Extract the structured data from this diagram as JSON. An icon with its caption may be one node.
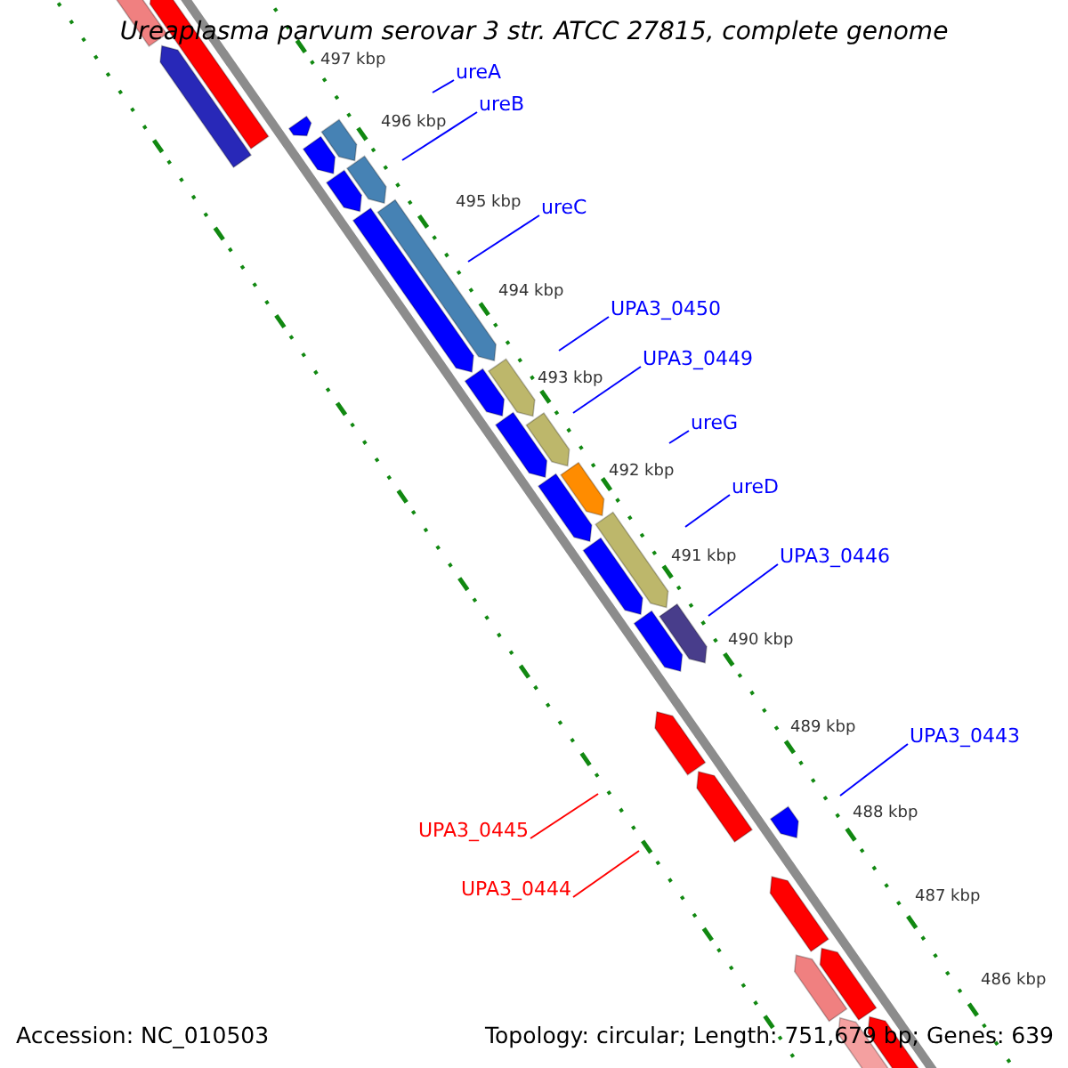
{
  "diagram": {
    "title": "Ureaplasma parvum serovar 3 str. ATCC 27815, complete genome",
    "nodes": [
      {
        "text": [
          "ureA"
        ]
      },
      {
        "text": [
          "ureB"
        ]
      },
      {
        "text": [
          "ureC"
        ]
      },
      {
        "text": [
          "UPA3_0450"
        ]
      },
      {
        "text": [
          "UPA3_0449"
        ]
      },
      {
        "text": [
          "ureG"
        ]
      },
      {
        "text": [
          "ureD"
        ]
      },
      {
        "text": [
          "UPA3_0446"
        ]
      },
      {
        "text": [
          "UPA3_0443"
        ]
      },
      {
        "text": [
          "UPA3_0445"
        ]
      },
      {
        "text": [
          "UPA3_0444"
        ]
      }
    ],
    "edges": [
      {
        "from": 0,
        "to": null,
        "arrow": "none"
      },
      {
        "from": 1,
        "to": null,
        "arrow": "none"
      },
      {
        "from": 2,
        "to": null,
        "arrow": "none"
      },
      {
        "from": 3,
        "to": null,
        "arrow": "none"
      },
      {
        "from": 4,
        "to": null,
        "arrow": "none"
      },
      {
        "from": 5,
        "to": null,
        "arrow": "none"
      },
      {
        "from": 6,
        "to": null,
        "arrow": "none"
      },
      {
        "from": 7,
        "to": null,
        "arrow": "none"
      },
      {
        "from": 8,
        "to": null,
        "arrow": "none"
      },
      {
        "from": 9,
        "to": null,
        "arrow": "none",
        "color": "#ff0000"
      },
      {
        "from": 10,
        "to": null,
        "arrow": "none",
        "color": "#ff0000"
      }
    ],
    "labels": [
      "497 kbp",
      "496 kbp",
      "495 kbp",
      "494 kbp",
      "493 kbp",
      "492 kbp",
      "491 kbp",
      "490 kbp",
      "489 kbp",
      "488 kbp",
      "487 kbp",
      "486 kbp",
      "Accession: NC_010503",
      "Topology: circular; Length: 751,679 bp; Genes: 639"
    ]
  }
}
